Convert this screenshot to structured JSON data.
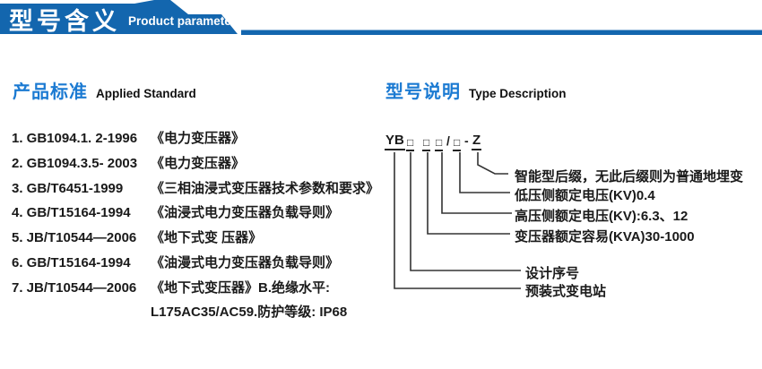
{
  "banner": {
    "title": "型号含义",
    "subtitle": "Product parameters"
  },
  "standards": {
    "heading_zh": "产品标准",
    "heading_en": "Applied Standard",
    "items": [
      {
        "code": "1. GB1094.1. 2-1996",
        "title": "《电力变压器》"
      },
      {
        "code": "2. GB1094.3.5- 2003",
        "title": "《电力变压器》"
      },
      {
        "code": "3. GB/T6451-1999",
        "title": "《三相油浸式变压器技术参数和要求》"
      },
      {
        "code": "4. GB/T15164-1994",
        "title": "《油浸式电力变压器负载导则》"
      },
      {
        "code": "5. JB/T10544—2006",
        "title": "《地下式变 压器》"
      },
      {
        "code": "6. GB/T15164-1994",
        "title": "《油漫式电力变压器负载导则》"
      },
      {
        "code": "7. JB/T10544—2006",
        "title": "《地下式变压器》B.绝缘水平:"
      }
    ],
    "continuation": "L175AC35/AC59.防护等级: IP68"
  },
  "type_desc": {
    "heading_zh": "型号说明",
    "heading_en": "Type Description",
    "code": {
      "prefix": "YB",
      "box": "□",
      "slash": "/",
      "dash": "-",
      "suffix": "Z"
    },
    "labels": [
      "智能型后缀，无此后缀则为普通地埋变",
      "低压侧额定电压(KV)0.4",
      "高压侧额定电压(KV):6.3、12",
      "变压器额定容易(KVA)30-1000",
      "设计序号",
      "预装式变电站"
    ]
  },
  "colors": {
    "banner_blue": "#1366ae",
    "heading_blue": "#1b7ad2",
    "text_dark": "#1a1a1a"
  }
}
